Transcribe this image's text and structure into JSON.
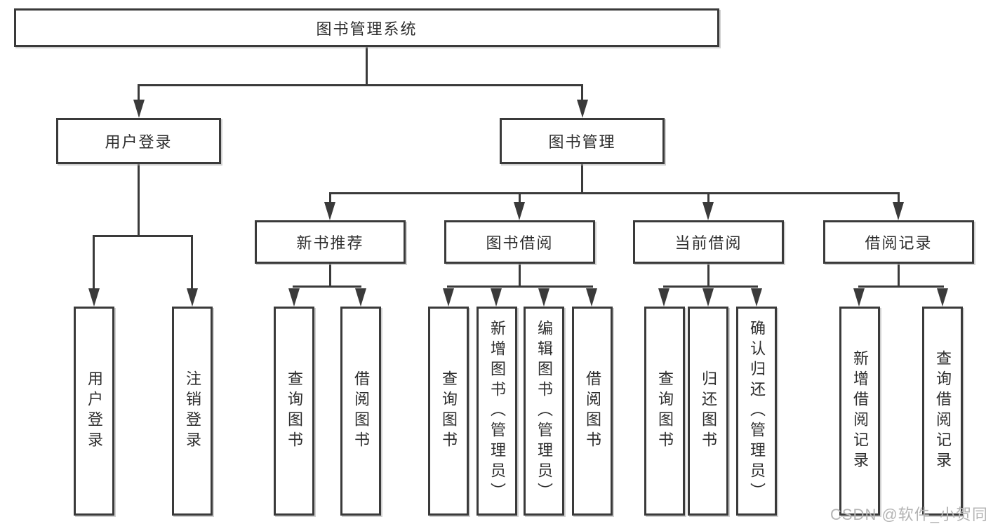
{
  "diagram": {
    "title": "图书管理系统",
    "root": {
      "label": "图书管理系统"
    },
    "level2": [
      {
        "label": "用户登录"
      },
      {
        "label": "图书管理"
      }
    ],
    "level3": [
      {
        "label": "新书推荐",
        "parent": "图书管理"
      },
      {
        "label": "图书借阅",
        "parent": "图书管理"
      },
      {
        "label": "当前借阅",
        "parent": "图书管理"
      },
      {
        "label": "借阅记录",
        "parent": "图书管理"
      }
    ],
    "leaves": [
      {
        "label": "用户登录",
        "parent": "用户登录"
      },
      {
        "label": "注销登录",
        "parent": "用户登录"
      },
      {
        "label": "查询图书",
        "parent": "新书推荐"
      },
      {
        "label": "借阅图书",
        "parent": "新书推荐"
      },
      {
        "label": "查询图书",
        "parent": "图书借阅"
      },
      {
        "label": "新增图书（管理员）",
        "parent": "图书借阅"
      },
      {
        "label": "编辑图书（管理员）",
        "parent": "图书借阅"
      },
      {
        "label": "借阅图书",
        "parent": "图书借阅"
      },
      {
        "label": "查询图书",
        "parent": "当前借阅"
      },
      {
        "label": "归还图书",
        "parent": "当前借阅"
      },
      {
        "label": "确认归还（管理员）",
        "parent": "当前借阅"
      },
      {
        "label": "新增借阅记录",
        "parent": "借阅记录"
      },
      {
        "label": "查询借阅记录",
        "parent": "借阅记录"
      }
    ],
    "colors": {
      "line": "#3a3a3a",
      "text": "#2d2d2d",
      "box_fill": "#ffffff",
      "watermark": "#b4b4b4"
    }
  },
  "watermark": {
    "text": "CSDN @软件_小贺同学"
  }
}
